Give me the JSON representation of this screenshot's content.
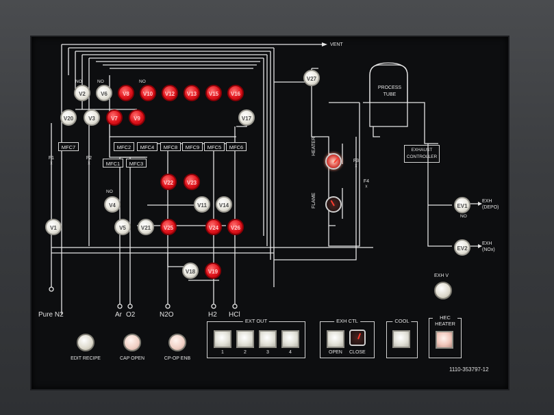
{
  "panel": {
    "vent_label": "VENT",
    "process_tube_label": "PROCESS TUBE",
    "exhaust_controller_label": "EXHAUST CONTROLLER",
    "heater_label": "HEATER",
    "flame_label": "FLAME",
    "exh_depo_label": "EXH (DEPO)",
    "exh_nox_label": "EXH (NOx)",
    "no_label": "NO",
    "exh_v_label": "EXH V",
    "part_number": "1110-353797-12"
  },
  "valves": [
    {
      "id": "V2",
      "label": "V2",
      "state": "white"
    },
    {
      "id": "V6",
      "label": "V6",
      "state": "white"
    },
    {
      "id": "V8",
      "label": "V8",
      "state": "red"
    },
    {
      "id": "V10",
      "label": "V10",
      "state": "red"
    },
    {
      "id": "V12",
      "label": "V12",
      "state": "red"
    },
    {
      "id": "V13",
      "label": "V13",
      "state": "red"
    },
    {
      "id": "V15",
      "label": "V15",
      "state": "red"
    },
    {
      "id": "V16",
      "label": "V16",
      "state": "red"
    },
    {
      "id": "V20",
      "label": "V20",
      "state": "white"
    },
    {
      "id": "V3",
      "label": "V3",
      "state": "white"
    },
    {
      "id": "V7",
      "label": "V7",
      "state": "red"
    },
    {
      "id": "V9",
      "label": "V9",
      "state": "red"
    },
    {
      "id": "V17",
      "label": "V17",
      "state": "white"
    },
    {
      "id": "V27",
      "label": "V27",
      "state": "white"
    },
    {
      "id": "V4",
      "label": "V4",
      "state": "white"
    },
    {
      "id": "V22",
      "label": "V22",
      "state": "red"
    },
    {
      "id": "V23",
      "label": "V23",
      "state": "red"
    },
    {
      "id": "V11",
      "label": "V11",
      "state": "white"
    },
    {
      "id": "V14",
      "label": "V14",
      "state": "white"
    },
    {
      "id": "V1",
      "label": "V1",
      "state": "white"
    },
    {
      "id": "V5",
      "label": "V5",
      "state": "white"
    },
    {
      "id": "V21",
      "label": "V21",
      "state": "white"
    },
    {
      "id": "V25",
      "label": "V25",
      "state": "red"
    },
    {
      "id": "V24",
      "label": "V24",
      "state": "red"
    },
    {
      "id": "V26",
      "label": "V26",
      "state": "red"
    },
    {
      "id": "V18",
      "label": "V18",
      "state": "white"
    },
    {
      "id": "V19",
      "label": "V19",
      "state": "red"
    },
    {
      "id": "EV1",
      "label": "EV1",
      "state": "white"
    },
    {
      "id": "EV2",
      "label": "EV2",
      "state": "white"
    }
  ],
  "mfcs": [
    "MFC7",
    "MFC2",
    "MFC4",
    "MFC8",
    "MFC9",
    "MFC5",
    "MFC6",
    "MFC1",
    "MFC3"
  ],
  "filters": [
    "F1",
    "F2",
    "F3",
    "F4"
  ],
  "gas_inlets": [
    "Pure N2",
    "Ar",
    "O2",
    "N2O",
    "H2",
    "HCl"
  ],
  "bottom_buttons": {
    "edit_recipe": "EDIT RECIPE",
    "cap_open": "CAP OPEN",
    "cp_op_enb": "CP-OP ENB"
  },
  "ext_out": {
    "title": "EXT OUT",
    "buttons": [
      "1",
      "2",
      "3",
      "4"
    ]
  },
  "exh_ctl": {
    "title": "EXH CTL",
    "open": "OPEN",
    "close": "CLOSE"
  },
  "cool": {
    "title": "COOL"
  },
  "hec_heater": {
    "title": "HEC HEATER"
  },
  "colors": {
    "red_lamp": "#e0141c",
    "white_lamp": "#e9e7de",
    "panel": "#0d0e10",
    "line": "#e6e6e6"
  }
}
